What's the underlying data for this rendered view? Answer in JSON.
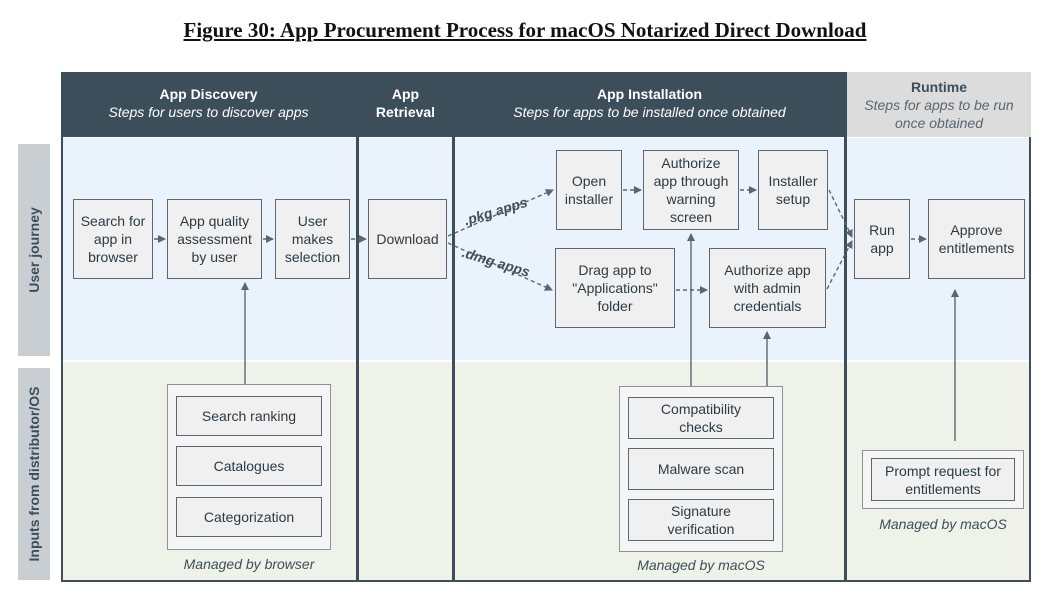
{
  "figure_title": "Figure 30: App Procurement Process for macOS Notarized Direct Download",
  "columns": {
    "discovery": {
      "title": "App Discovery",
      "subtitle": "Steps for users to discover apps"
    },
    "retrieval": {
      "title": "App Retrieval"
    },
    "installation": {
      "title": "App Installation",
      "subtitle": "Steps for apps to be installed once obtained"
    },
    "runtime": {
      "title": "Runtime",
      "subtitle": "Steps for apps to be run once obtained"
    }
  },
  "rows": {
    "user_journey": "User journey",
    "inputs": "Inputs from distributor/OS"
  },
  "user_steps": {
    "search": "Search for\napp in\nbrowser",
    "quality": "App quality\nassessment\nby user",
    "selection": "User\nmakes\nselection",
    "download": "Download",
    "open_installer": "Open\ninstaller",
    "authorize_warning": "Authorize\napp through\nwarning\nscreen",
    "installer_setup": "Installer\nsetup",
    "drag_app": "Drag app to\n\"Applications\"\nfolder",
    "authorize_admin": "Authorize app\nwith admin\ncredentials",
    "run_app": "Run\napp",
    "approve": "Approve\nentitlements"
  },
  "path_labels": {
    "pkg": ".pkg apps",
    "dmg": ".dmg apps"
  },
  "inputs": {
    "browser": {
      "items": [
        "Search ranking",
        "Catalogues",
        "Categorization"
      ],
      "caption": "Managed by browser"
    },
    "macos_install": {
      "items": [
        "Compatibility\nchecks",
        "Malware scan",
        "Signature\nverification"
      ],
      "caption": "Managed by macOS"
    },
    "macos_runtime": {
      "items": [
        "Prompt request for\nentitlements"
      ],
      "caption": "Managed by macOS"
    }
  },
  "colors": {
    "header": "#3d4e5b",
    "runtime_header": "#dcdcdc",
    "user_band": "#eaf3fc",
    "input_band": "#eef2e8",
    "box_fill": "#f0f0f0",
    "box_border": "#5b6670"
  }
}
